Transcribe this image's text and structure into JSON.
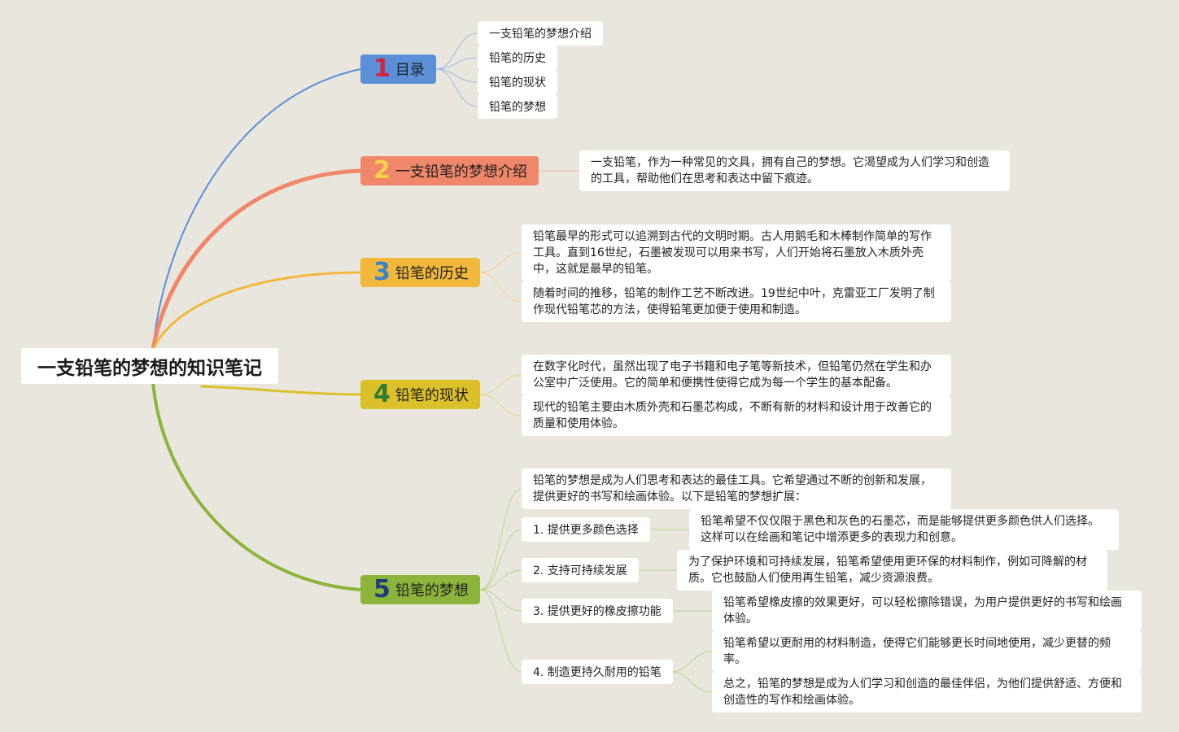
{
  "root": {
    "title": "一支铅笔的梦想的知识笔记"
  },
  "colors": {
    "b1": "#5b8fd8",
    "b2": "#f0876a",
    "b3": "#f2b83c",
    "b4": "#dcc02a",
    "b5": "#8db43a",
    "num1": "#d4233a",
    "num2": "#f5d24a",
    "num3": "#3a86c8",
    "num4": "#2e7d32",
    "num5": "#1f3d7a"
  },
  "branches": [
    {
      "num": "1",
      "label": "目录",
      "items": [
        "一支铅笔的梦想介绍",
        "铅笔的历史",
        "铅笔的现状",
        "铅笔的梦想"
      ]
    },
    {
      "num": "2",
      "label": "一支铅笔的梦想介绍",
      "items": [
        "一支铅笔，作为一种常见的文具，拥有自己的梦想。它渴望成为人们学习和创造的工具，帮助他们在思考和表达中留下痕迹。"
      ]
    },
    {
      "num": "3",
      "label": "铅笔的历史",
      "items": [
        "铅笔最早的形式可以追溯到古代的文明时期。古人用鹅毛和木棒制作简单的写作工具。直到16世纪，石墨被发现可以用来书写，人们开始将石墨放入木质外壳中，这就是最早的铅笔。",
        "随着时间的推移，铅笔的制作工艺不断改进。19世纪中叶，克雷亚工厂发明了制作现代铅笔芯的方法，使得铅笔更加便于使用和制造。"
      ]
    },
    {
      "num": "4",
      "label": "铅笔的现状",
      "items": [
        "在数字化时代，虽然出现了电子书籍和电子笔等新技术，但铅笔仍然在学生和办公室中广泛使用。它的简单和便携性使得它成为每一个学生的基本配备。",
        "现代的铅笔主要由木质外壳和石墨芯构成，不断有新的材料和设计用于改善它的质量和使用体验。"
      ]
    },
    {
      "num": "5",
      "label": "铅笔的梦想",
      "intro": "铅笔的梦想是成为人们思考和表达的最佳工具。它希望通过不断的创新和发展，提供更好的书写和绘画体验。以下是铅笔的梦想扩展：",
      "subs": [
        {
          "label": "1. 提供更多颜色选择",
          "details": [
            "铅笔希望不仅仅限于黑色和灰色的石墨芯，而是能够提供更多颜色供人们选择。这样可以在绘画和笔记中增添更多的表现力和创意。"
          ]
        },
        {
          "label": "2. 支持可持续发展",
          "details": [
            "为了保护环境和可持续发展，铅笔希望使用更环保的材料制作，例如可降解的材质。它也鼓励人们使用再生铅笔，减少资源浪费。"
          ]
        },
        {
          "label": "3. 提供更好的橡皮擦功能",
          "details": [
            "铅笔希望橡皮擦的效果更好，可以轻松擦除错误，为用户提供更好的书写和绘画体验。"
          ]
        },
        {
          "label": "4. 制造更持久耐用的铅笔",
          "details": [
            "铅笔希望以更耐用的材料制造，使得它们能够更长时间地使用，减少更替的频率。",
            "总之，铅笔的梦想是成为人们学习和创造的最佳伴侣，为他们提供舒适、方便和创造性的写作和绘画体验。"
          ]
        }
      ]
    }
  ]
}
